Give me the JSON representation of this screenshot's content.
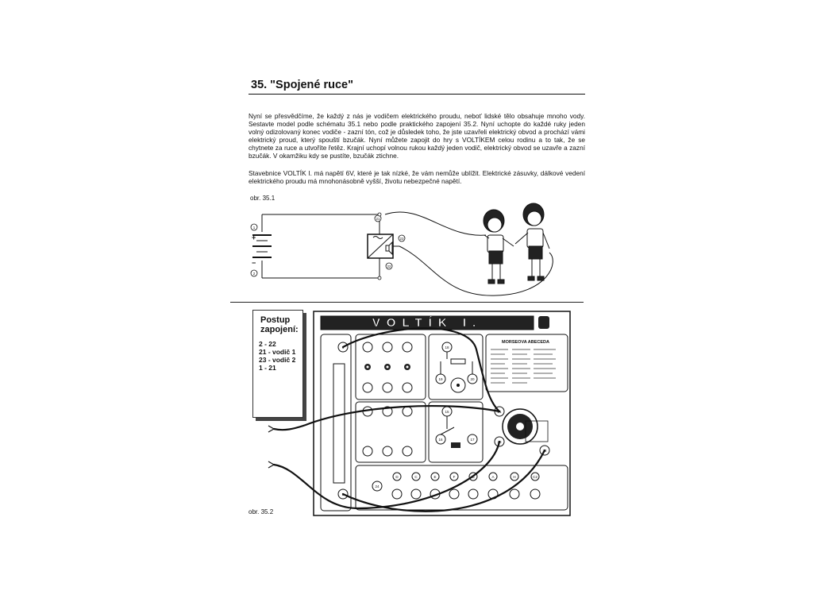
{
  "title": "35. \"Spojené ruce\"",
  "paragraph1": "Nyní se přesvědčíme, že každý z nás je vodičem elektrického proudu, neboť lidské tělo obsahuje mnoho vody. Sestavte model podle schématu 35.1 nebo podle praktického zapojení 35.2. Nyní uchopte do každé ruky jeden volný odizolovaný konec vodiče - zazní tón, což je důsledek toho, že jste uzavřeli elektrický obvod a prochází vámi elektrický proud, který spouští bzučák. Nyní můžete zapojit do hry s VOLTÍKEM celou rodinu a to tak, že se chytnete za ruce a utvoříte řetěz. Krajní uchopí volnou rukou každý jeden vodič, elektrický obvod se uzavře a zazní bzučák. V okamžiku kdy se pustíte, bzučák ztichne.",
  "paragraph2": "Stavebnice VOLTÍK I. má napětí 6V, které je tak nízké, že vám nemůže ublížit. Elektrické zásuvky, dálkové vedení elektrického proudu má mnohonásobně vyšší, životu nebezpečné napětí.",
  "figure1": {
    "label": "obr. 35.1",
    "terminals": [
      "1",
      "2",
      "21",
      "23",
      "22"
    ],
    "battery_plus": "+",
    "battery_minus": "−"
  },
  "figure2": {
    "label": "obr. 35.2",
    "board_title": "VOLTÍK I.",
    "morse_title": "MORSEOVA ABECEDA",
    "postup_title": "Postup zapojení:",
    "steps": [
      "2 - 22",
      "21 - vodič 1",
      "23 - vodič 2",
      "1 - 21"
    ],
    "terminal_labels": [
      "1",
      "2",
      "21",
      "22",
      "23",
      "18",
      "19",
      "20",
      "15",
      "16",
      "17",
      "24"
    ],
    "key_labels": [
      "D",
      "C",
      "E",
      "F",
      "G",
      "A",
      "H",
      "C2"
    ]
  }
}
